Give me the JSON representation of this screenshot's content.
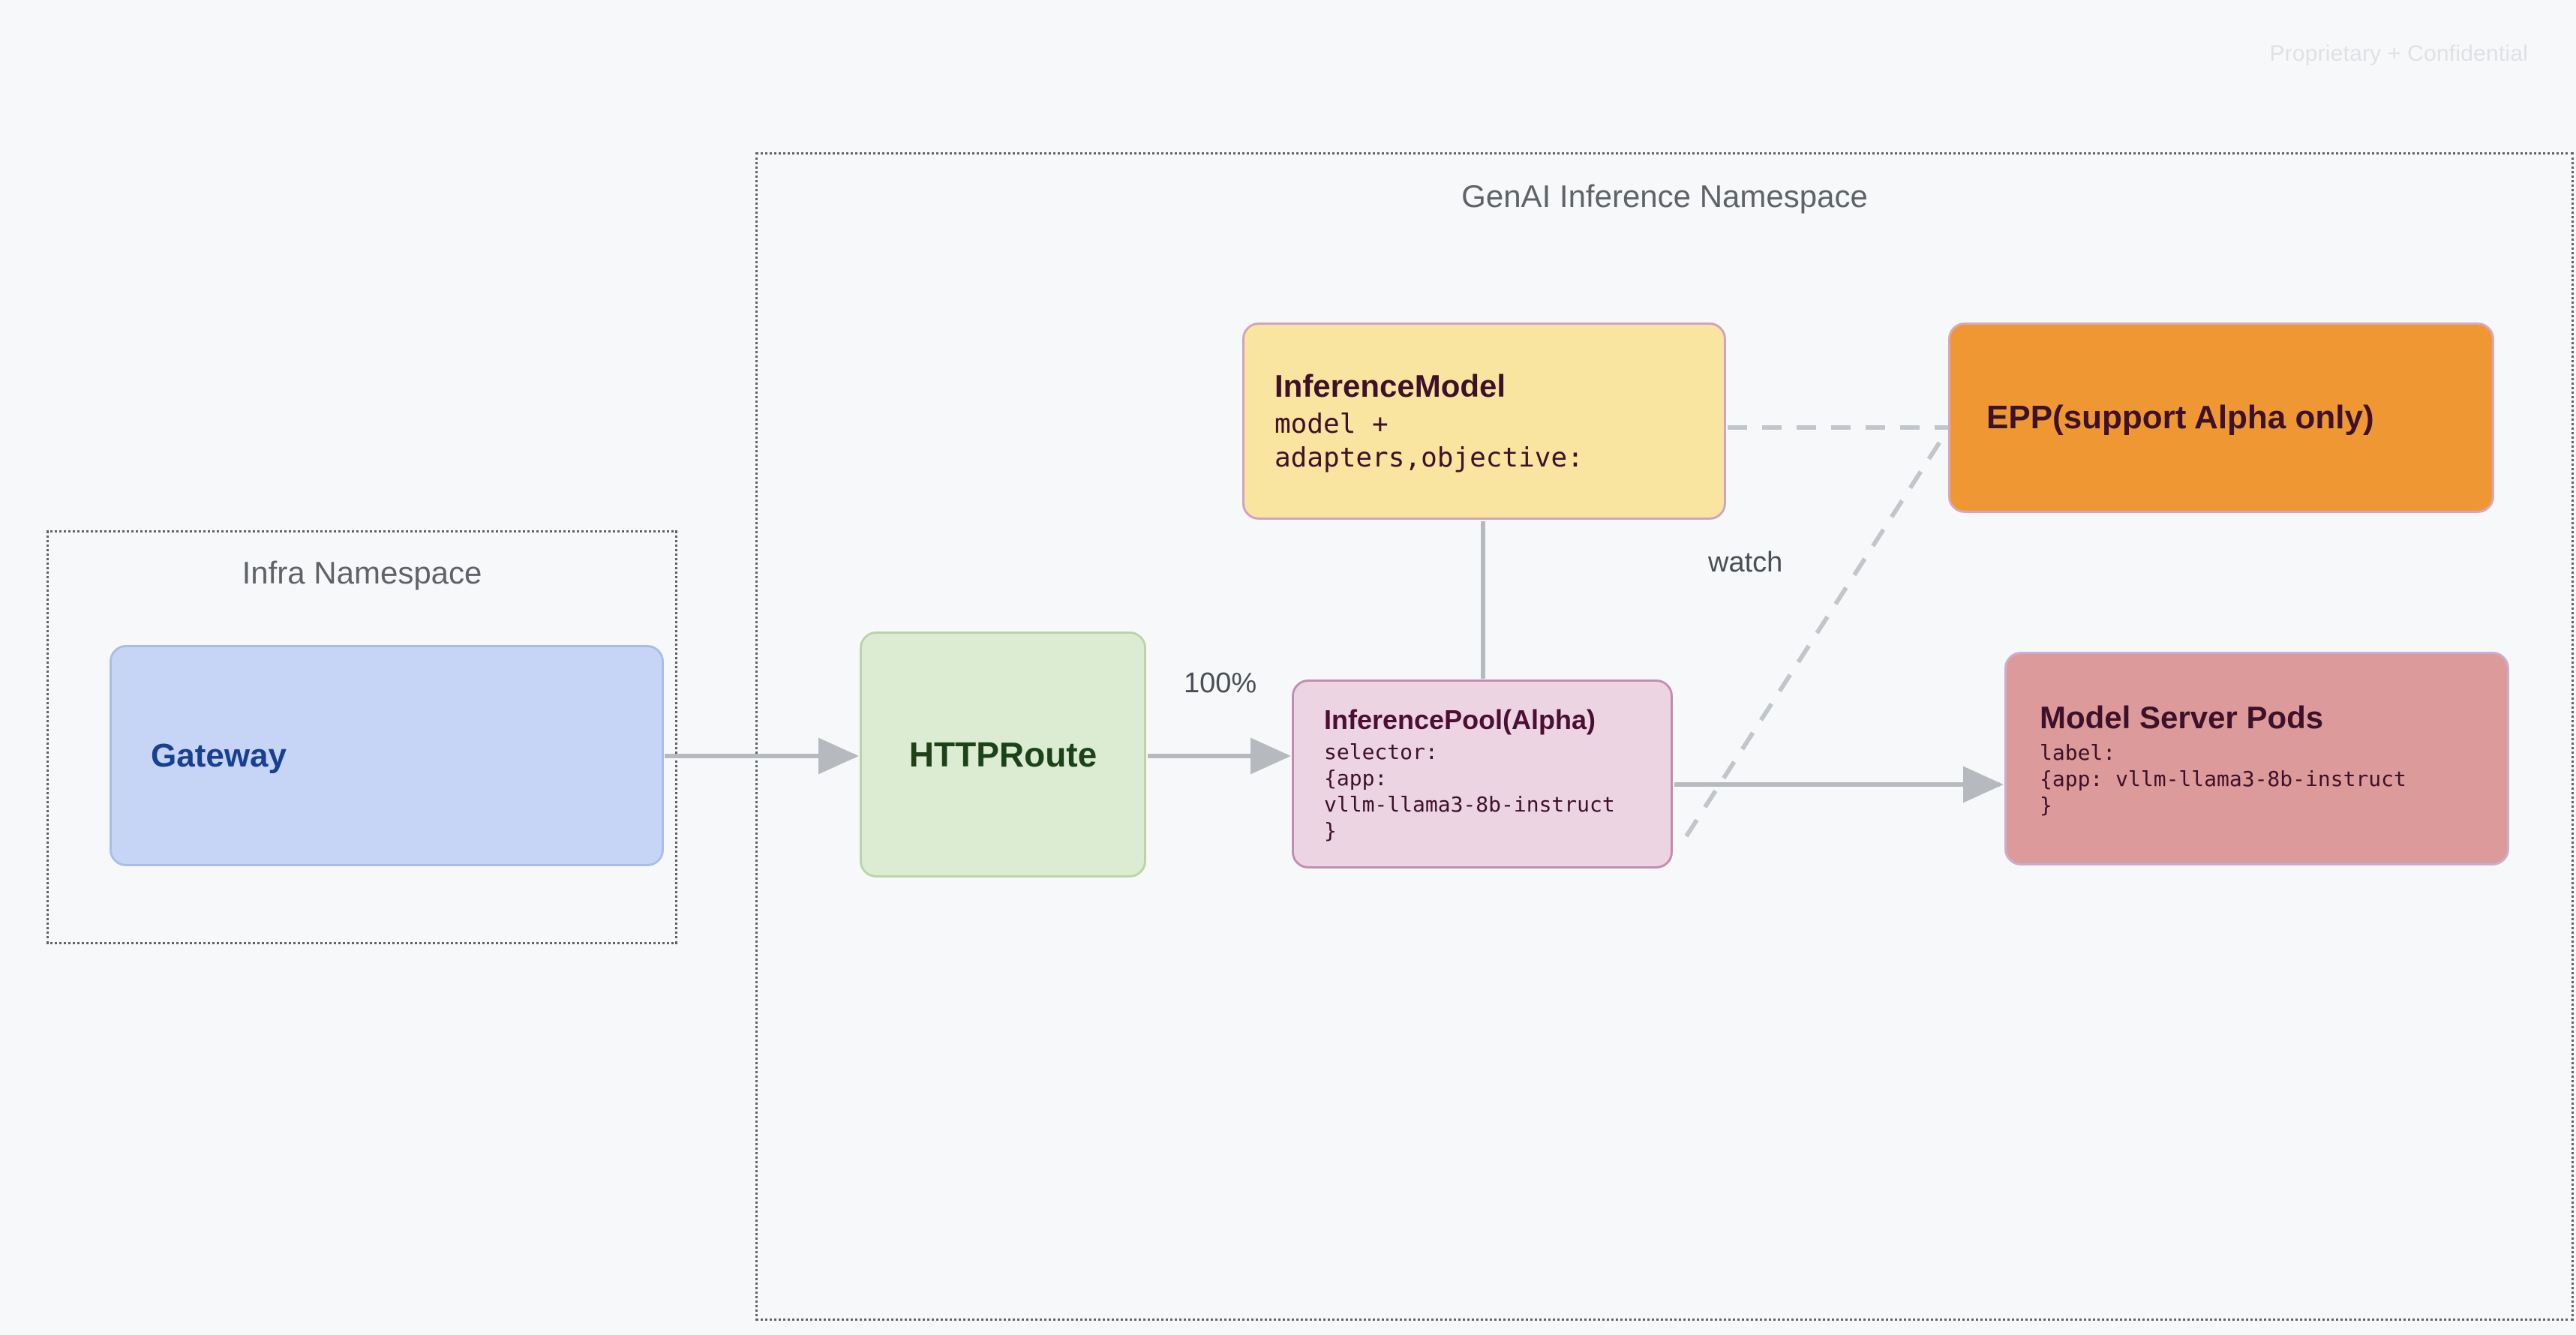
{
  "watermark": "Proprietary + Confidential",
  "namespaces": [
    {
      "id": "infra",
      "title": "Infra Namespace"
    },
    {
      "id": "genai",
      "title": "GenAI Inference Namespace"
    }
  ],
  "nodes": {
    "gateway": {
      "title": "Gateway",
      "fill": "#c6d5f5",
      "border": "#aabcea",
      "text_color": "#19408f"
    },
    "httproute": {
      "title": "HTTPRoute",
      "fill": "#dcecd2",
      "border": "#b9d5a8",
      "text_color": "#1d4219"
    },
    "inference_model": {
      "title": "InferenceModel",
      "sub": "model +\nadapters,objective:",
      "fill": "#fae5a0",
      "border": "#cfa3bf",
      "text_color": "#3d1129"
    },
    "inference_pool": {
      "title": "InferencePool(Alpha)",
      "sub": "selector:\n{app:\nvllm-llama3-8b-instruct\n}",
      "fill": "#ecd4e2",
      "border": "#c48cb0",
      "text_color": "#4a0f33"
    },
    "epp": {
      "title": "EPP(support Alpha only)",
      "fill": "#ef9833",
      "border": "#d9a6c2",
      "text_color": "#3d1129"
    },
    "model_server_pods": {
      "title": "Model Server Pods",
      "sub": "label:\n{app: vllm-llama3-8b-instruct\n}",
      "fill": "#dd9a9a",
      "border": "#caaed0",
      "text_color": "#3d1129"
    }
  },
  "edges": [
    {
      "id": "gateway-to-httproute",
      "label": "",
      "style": "solid-arrow"
    },
    {
      "id": "httproute-to-inferencepool",
      "label": "100%",
      "style": "solid-arrow"
    },
    {
      "id": "inferencemodel-to-inferencepool",
      "label": "",
      "style": "solid-plain"
    },
    {
      "id": "inferencepool-to-modelpods",
      "label": "",
      "style": "solid-arrow"
    },
    {
      "id": "inferencemodel-to-epp",
      "label": "",
      "style": "dashed"
    },
    {
      "id": "inferencepool-to-epp",
      "label": "watch",
      "style": "dashed"
    }
  ],
  "edge_labels": {
    "traffic_weight": "100%",
    "watch": "watch"
  },
  "colors": {
    "background": "#f7f8fa",
    "namespace_border": "#5f6368",
    "namespace_title": "#5f6368",
    "connector": "#b6babe",
    "dashed_connector": "#c2c6ca",
    "edge_label": "#4a4f55",
    "watermark": "#dfe1e4"
  }
}
